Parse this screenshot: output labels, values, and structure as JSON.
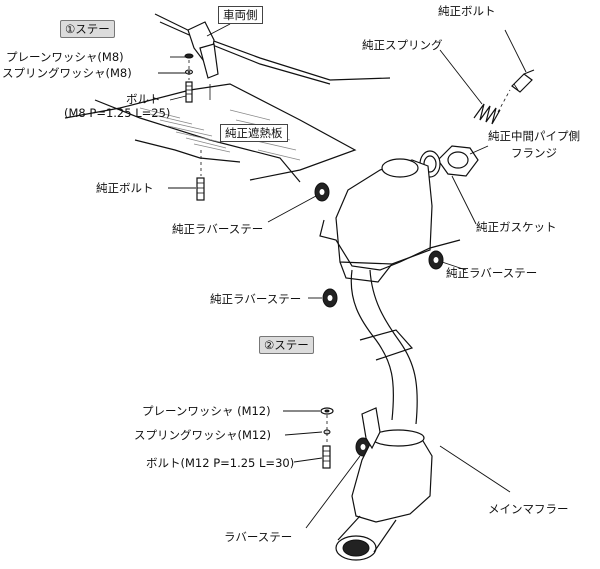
{
  "labels": {
    "stay1": "①ステー",
    "vehicle_side": "車両側",
    "plain_washer_m8": "プレーンワッシャ(M8)",
    "spring_washer_m8": "スプリングワッシャ(M8)",
    "bolt_m8": "ボルト",
    "bolt_m8_spec": "(M8 P=1.25 L=25)",
    "oem_heat_shield": "純正遮熱板",
    "oem_bolt_left": "純正ボルト",
    "oem_rubber_stay_1": "純正ラバーステー",
    "oem_bolt_top": "純正ボルト",
    "oem_spring": "純正スプリング",
    "oem_mid_pipe_flange": "純正中間パイプ側\nフランジ",
    "oem_gasket": "純正ガスケット",
    "oem_rubber_stay_2": "純正ラバーステー",
    "oem_rubber_stay_3": "純正ラバーステー",
    "stay2": "②ステー",
    "plain_washer_m12": "プレーンワッシャ (M12)",
    "spring_washer_m12": "スプリングワッシャ(M12)",
    "bolt_m12": "ボルト(M12 P=1.25 L=30)",
    "rubber_stay": "ラバーステー",
    "main_muffler": "メインマフラー"
  },
  "colors": {
    "line": "#111111",
    "label_box": "#dcdcdc",
    "hatch": "#888888"
  }
}
